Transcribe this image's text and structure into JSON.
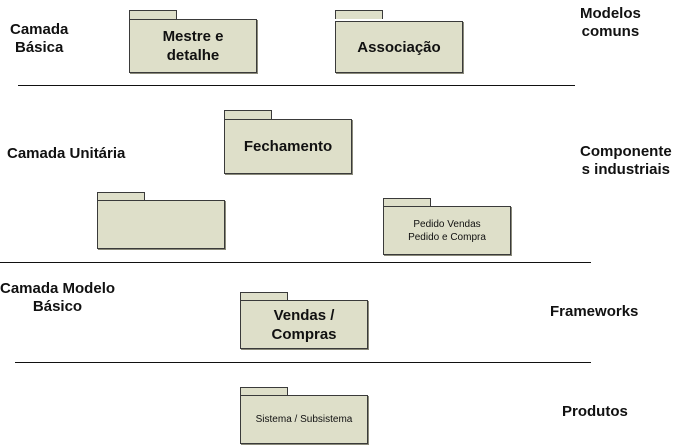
{
  "diagram": {
    "layers": [
      {
        "left_label": "Camada Básica",
        "right_label": "Modelos comuns"
      },
      {
        "left_label": "Camada Unitária",
        "right_label": "Componentes industriais"
      },
      {
        "left_label": "Camada Modelo Básico",
        "right_label": "Frameworks"
      },
      {
        "left_label": "",
        "right_label": "Produtos"
      }
    ],
    "labels": {
      "camada_basica_l1": "Camada",
      "camada_basica_l2": "Básica",
      "modelos_l1": "Modelos",
      "modelos_l2": "comuns",
      "camada_unitaria": "Camada Unitária",
      "componentes_l1": "Componente",
      "componentes_l2": "s industriais",
      "camada_modelo_l1": "Camada Modelo",
      "camada_modelo_l2": "Básico",
      "frameworks": "Frameworks",
      "produtos": "Produtos"
    },
    "packages": {
      "mestre_l1": "Mestre e",
      "mestre_l2": "detalhe",
      "associacao": "Associação",
      "fechamento": "Fechamento",
      "empty": "",
      "pedido_l1": "Pedido Vendas",
      "pedido_l2": "Pedido e Compra",
      "vendas_l1": "Vendas /",
      "vendas_l2": "Compras",
      "sistema": "Sistema / Subsistema"
    },
    "colors": {
      "package_fill": "#dedfc9",
      "package_border": "#3a3a3a",
      "line": "#111111"
    }
  }
}
